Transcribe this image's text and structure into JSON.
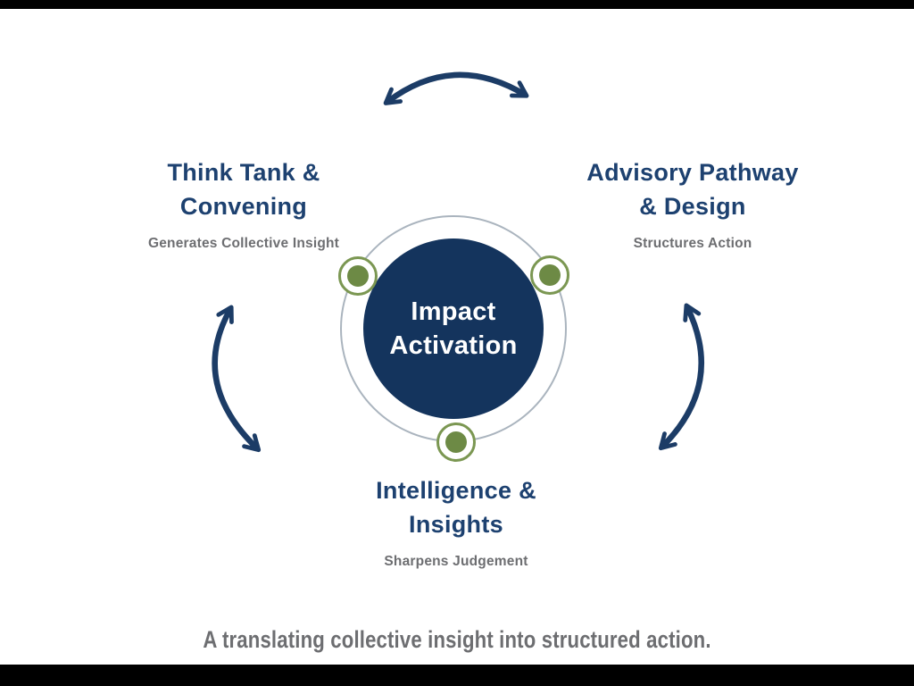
{
  "theme": {
    "navy": "#1d4170",
    "navy_dark": "#14345d",
    "arrow": "#1c3c66",
    "green": "#6d8a45",
    "green_ring": "#7b9752",
    "gray": "#6d6e71",
    "ring": "#aab4be",
    "background": "#ffffff",
    "bar": "#000000"
  },
  "center": {
    "title": "Impact\nActivation"
  },
  "nodes": [
    {
      "id": "think-tank",
      "title": "Think Tank &\nConvening",
      "subtitle": "Generates Collective Insight"
    },
    {
      "id": "advisory",
      "title": "Advisory Pathway\n& Design",
      "subtitle": "Structures Action"
    },
    {
      "id": "intelligence",
      "title": "Intelligence &\nInsights",
      "subtitle": "Sharpens Judgement"
    }
  ],
  "caption": "A translating collective insight into structured action."
}
